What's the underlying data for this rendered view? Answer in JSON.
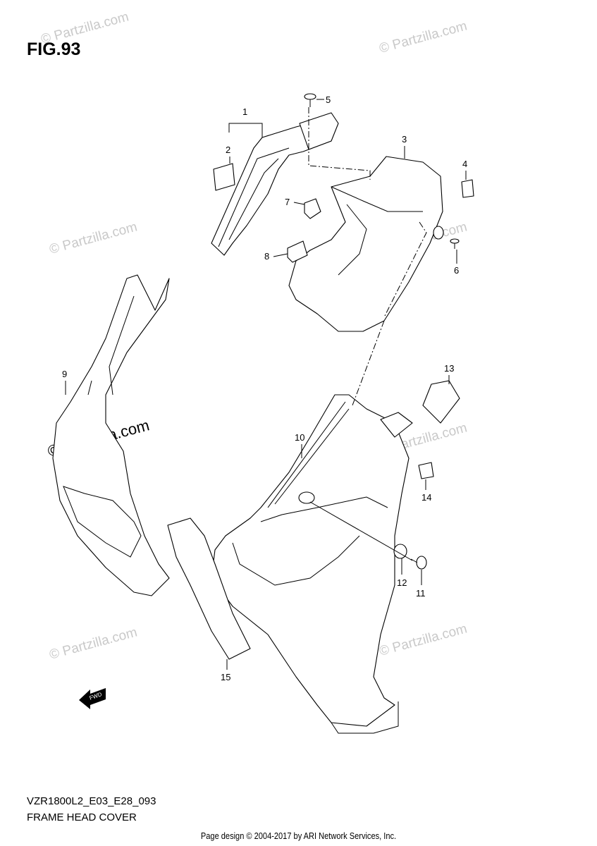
{
  "figure": {
    "title": "FIG.93"
  },
  "footer": {
    "model_code": "VZR1800L2_E03_E28_093",
    "section_title": "FRAME HEAD COVER",
    "page_design": "Page design © 2004-2017 by ARI Network Services, Inc."
  },
  "watermark": {
    "text": "© Partzilla.com",
    "prominent_text": "© Partzilla.com"
  },
  "fwd_label": "FWD",
  "callouts": [
    "1",
    "2",
    "3",
    "4",
    "5",
    "6",
    "7",
    "8",
    "9",
    "10",
    "11",
    "12",
    "13",
    "14",
    "15"
  ]
}
